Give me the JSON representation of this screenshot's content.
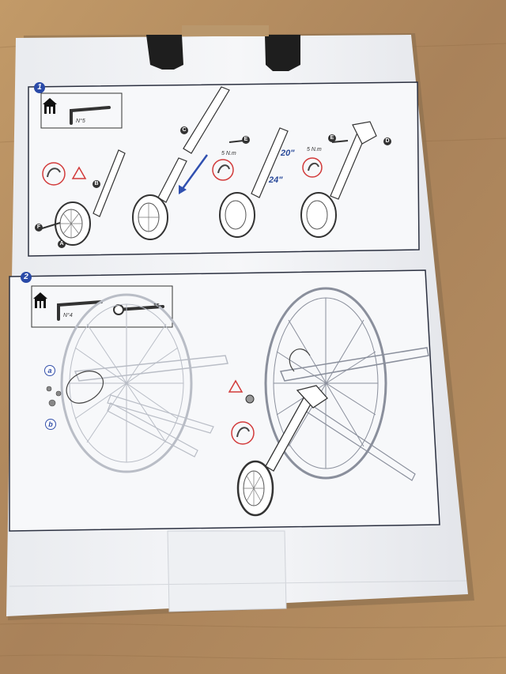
{
  "step1": {
    "number": "1",
    "wrench_size": "N°5",
    "torque_left": "5 N.m",
    "torque_right": "5 N.m",
    "wheel_size_20": "20\"",
    "wheel_size_24": "24\"",
    "parts": [
      "A",
      "B",
      "C",
      "D",
      "E",
      "F"
    ]
  },
  "step2": {
    "number": "2",
    "wrench_size": "N°4",
    "spanner_size": "15",
    "callout_a": "a",
    "callout_b": "b"
  },
  "colors": {
    "wood": "#b08a5c",
    "box": "#f4f5f7",
    "accent_blue": "#2a4aa8",
    "warning_red": "#d23a3a",
    "line": "#3a3f55"
  },
  "icons": [
    "house-tool-icon",
    "hex-key-icon",
    "spanner-icon",
    "warning-icon",
    "strength-arm-icon",
    "arrow-icon"
  ]
}
